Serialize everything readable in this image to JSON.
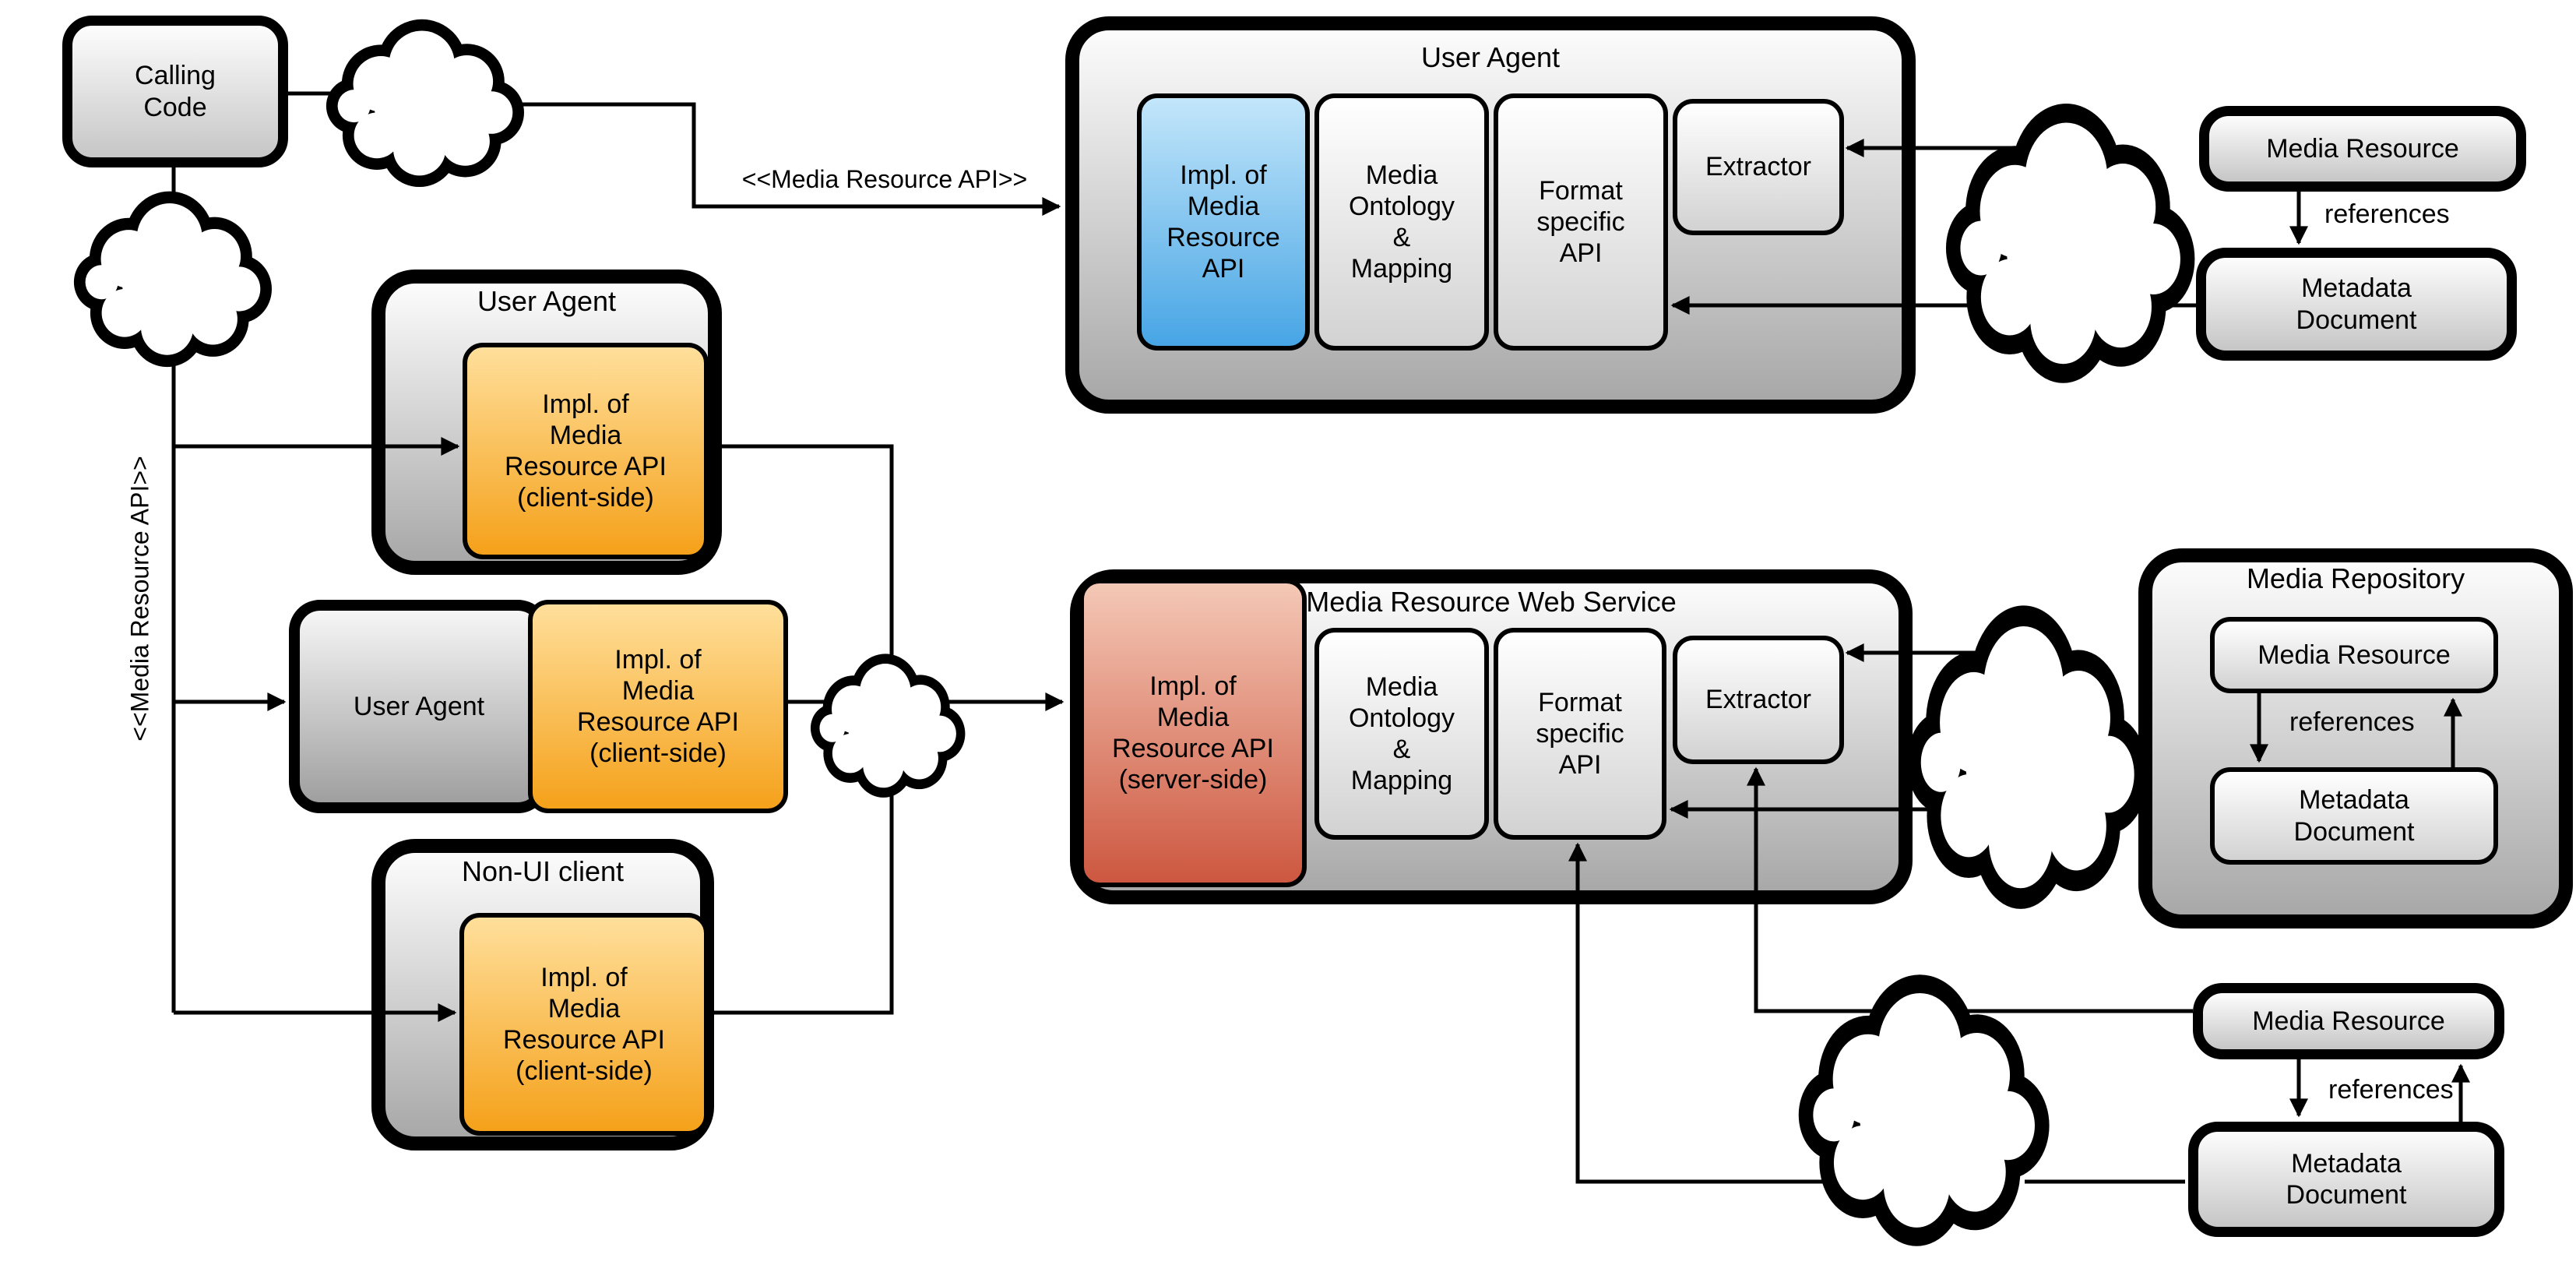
{
  "stereotype_label": "<<Media Resource API>>",
  "references_label": "references",
  "nodes": {
    "calling_code": "Calling\nCode",
    "user_agent_top": {
      "title": "User Agent",
      "impl": "Impl. of\nMedia\nResource\nAPI",
      "ontology": "Media\nOntology\n&\nMapping",
      "format_api": "Format\nspecific\nAPI",
      "extractor": "Extractor"
    },
    "client_side": {
      "ua1_title": "User Agent",
      "ua2_label": "User Agent",
      "nonui_title": "Non-UI client",
      "impl_client": "Impl. of\nMedia\nResource API\n(client-side)"
    },
    "web_service": {
      "title": "Media Resource Web Service",
      "impl": "Impl. of\nMedia\nResource API\n(server-side)",
      "ontology": "Media\nOntology\n&\nMapping",
      "format_api": "Format\nspecific\nAPI",
      "extractor": "Extractor"
    },
    "media_repository": {
      "title": "Media Repository",
      "media_resource": "Media Resource",
      "metadata_document": "Metadata\nDocument"
    },
    "top_right": {
      "media_resource": "Media Resource",
      "metadata_document": "Metadata\nDocument"
    },
    "bottom_right": {
      "media_resource": "Media Resource",
      "metadata_document": "Metadata\nDocument"
    }
  },
  "colors": {
    "impl_client_blue": "#47a5e5",
    "impl_client_orange": "#f5a11a",
    "impl_server_red": "#cd5740",
    "box_gray_bottom": "#a8a8a8",
    "outline": "#000000"
  }
}
